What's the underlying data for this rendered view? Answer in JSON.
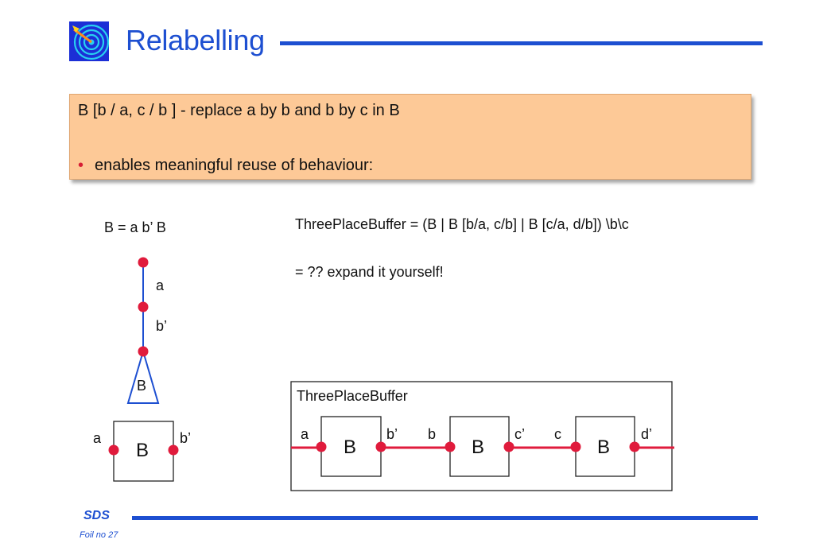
{
  "header": {
    "title": "Relabelling"
  },
  "callout": {
    "line1": "B [b / a, c / b ] - replace a by b and  b by c in B",
    "bullet": "•",
    "line2": "enables meaningful reuse of behaviour:"
  },
  "definition": "B = a b’ B",
  "equation": {
    "line1": "ThreePlaceBuffer = (B | B [b/a, c/b] | B [c/a, d/b]) \\b\\c",
    "line2": "= ?? expand it yourself!"
  },
  "tree": {
    "edge1": "a",
    "edge2": "b’",
    "subtree": "B"
  },
  "single_process": {
    "name": "B",
    "left_port": "a",
    "right_port": "b’"
  },
  "buffer": {
    "title": "ThreePlaceBuffer",
    "process_name": "B",
    "labels": [
      "a",
      "b’",
      "b",
      "c’",
      "c",
      "d’"
    ]
  },
  "footer": {
    "brand": "SDS",
    "foil": "Foil no 27"
  },
  "colors": {
    "accent": "#1d4fd1",
    "node": "#e01b3c",
    "callout_fill": "#fdc997"
  }
}
